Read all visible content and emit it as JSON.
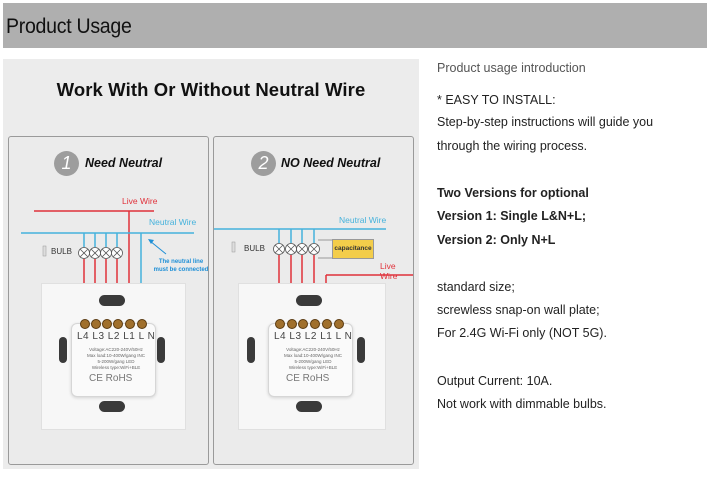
{
  "header": {
    "title": "Product Usage"
  },
  "figure": {
    "title": "Work With Or Without Neutral Wire",
    "panels": [
      {
        "number": "1",
        "label": "Need Neutral",
        "live_wire": "Live Wire",
        "neutral_wire": "Neutral Wire",
        "bulb": "BULB",
        "note_line1": "The neutral line",
        "note_line2": "must be connected",
        "terminals": "L4 L3 L2 L1 L N",
        "specs": [
          "Voltage:AC220-240V/50Hz",
          "Max load:10-400W/gang INC",
          "5-200W/gang LED",
          "Wireless type:WiFi+BLE"
        ],
        "marks": "CE RoHS"
      },
      {
        "number": "2",
        "label": "NO Need Neutral",
        "live_wire": "Live Wire",
        "neutral_wire": "Neutral Wire",
        "bulb": "BULB",
        "capacitance": "capacitance",
        "terminals": "L4 L3 L2 L1 L N",
        "specs": [
          "Voltage:AC220-240V/50Hz",
          "Max load:10-400W/gang INC",
          "5-200W/gang LED",
          "Wireless type:WiFi+BLE"
        ],
        "marks": "CE RoHS"
      }
    ],
    "colors": {
      "live": "#e0313a",
      "neutral": "#45b2dc",
      "capacitance": "#f3cd4a"
    }
  },
  "description": {
    "intro": "Product usage introduction",
    "easy_install": " * EASY TO INSTALL:",
    "step1": "Step-by-step instructions will guide you",
    "step2": "through the wiring process.",
    "versions_title": "Two Versions for optional",
    "version1": "Version 1: Single L&N+L;",
    "version2": "Version 2: Only N+L",
    "size": "standard size;",
    "plate": "screwless snap-on wall plate;",
    "wifi": "For 2.4G Wi-Fi only (NOT 5G).",
    "current": "Output Current: 10A.",
    "dimmable": "Not work with dimmable bulbs."
  }
}
